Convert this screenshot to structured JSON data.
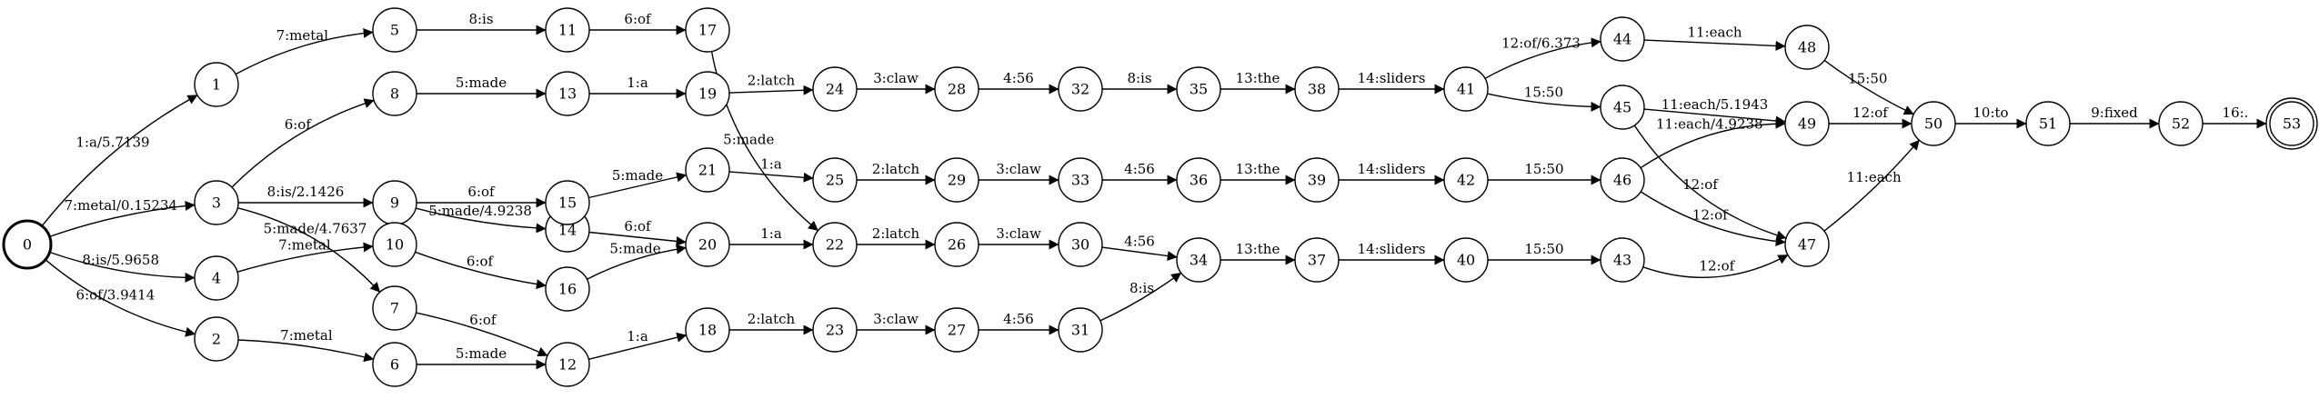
{
  "diagram": {
    "type": "fst-lattice",
    "initial_state": "0",
    "final_state": "53",
    "states": [
      "0",
      "1",
      "2",
      "3",
      "4",
      "5",
      "6",
      "7",
      "8",
      "9",
      "10",
      "11",
      "12",
      "13",
      "14",
      "15",
      "16",
      "17",
      "18",
      "19",
      "20",
      "21",
      "22",
      "23",
      "24",
      "25",
      "26",
      "27",
      "28",
      "29",
      "30",
      "31",
      "32",
      "33",
      "34",
      "35",
      "36",
      "37",
      "38",
      "39",
      "40",
      "41",
      "42",
      "43",
      "44",
      "45",
      "46",
      "47",
      "48",
      "49",
      "50",
      "51",
      "52",
      "53"
    ],
    "edges": [
      {
        "from": "0",
        "to": "1",
        "label": "1:a/5.7139"
      },
      {
        "from": "0",
        "to": "3",
        "label": "7:metal/0.15234"
      },
      {
        "from": "0",
        "to": "4",
        "label": "8:is/5.9658"
      },
      {
        "from": "0",
        "to": "2",
        "label": "6:of/3.9414"
      },
      {
        "from": "1",
        "to": "5",
        "label": "7:metal"
      },
      {
        "from": "3",
        "to": "8",
        "label": "6:of"
      },
      {
        "from": "3",
        "to": "9",
        "label": "8:is/2.1426"
      },
      {
        "from": "3",
        "to": "7",
        "label": "5:made/4.7637"
      },
      {
        "from": "4",
        "to": "10",
        "label": "7:metal"
      },
      {
        "from": "2",
        "to": "6",
        "label": "7:metal"
      },
      {
        "from": "5",
        "to": "11",
        "label": "8:is"
      },
      {
        "from": "8",
        "to": "13",
        "label": "5:made"
      },
      {
        "from": "9",
        "to": "15",
        "label": "6:of"
      },
      {
        "from": "9",
        "to": "14",
        "label": "5:made/4.9238"
      },
      {
        "from": "10",
        "to": "16",
        "label": "6:of"
      },
      {
        "from": "7",
        "to": "12",
        "label": "6:of"
      },
      {
        "from": "6",
        "to": "12",
        "label": "5:made"
      },
      {
        "from": "11",
        "to": "17",
        "label": "6:of"
      },
      {
        "from": "13",
        "to": "19",
        "label": "1:a"
      },
      {
        "from": "15",
        "to": "21",
        "label": "5:made"
      },
      {
        "from": "14",
        "to": "20",
        "label": "6:of"
      },
      {
        "from": "16",
        "to": "20",
        "label": "5:made"
      },
      {
        "from": "12",
        "to": "18",
        "label": "1:a"
      },
      {
        "from": "17",
        "to": "22",
        "label": "5:made"
      },
      {
        "from": "19",
        "to": "24",
        "label": "2:latch"
      },
      {
        "from": "21",
        "to": "25",
        "label": "1:a"
      },
      {
        "from": "20",
        "to": "22",
        "label": "1:a"
      },
      {
        "from": "18",
        "to": "23",
        "label": "2:latch"
      },
      {
        "from": "24",
        "to": "28",
        "label": "3:claw"
      },
      {
        "from": "25",
        "to": "29",
        "label": "2:latch"
      },
      {
        "from": "22",
        "to": "26",
        "label": "2:latch"
      },
      {
        "from": "23",
        "to": "27",
        "label": "3:claw"
      },
      {
        "from": "28",
        "to": "32",
        "label": "4:56"
      },
      {
        "from": "29",
        "to": "33",
        "label": "3:claw"
      },
      {
        "from": "26",
        "to": "30",
        "label": "3:claw"
      },
      {
        "from": "27",
        "to": "31",
        "label": "4:56"
      },
      {
        "from": "32",
        "to": "35",
        "label": "8:is"
      },
      {
        "from": "33",
        "to": "36",
        "label": "4:56"
      },
      {
        "from": "30",
        "to": "34",
        "label": "4:56"
      },
      {
        "from": "31",
        "to": "34",
        "label": "8:is"
      },
      {
        "from": "35",
        "to": "38",
        "label": "13:the"
      },
      {
        "from": "36",
        "to": "39",
        "label": "13:the"
      },
      {
        "from": "34",
        "to": "37",
        "label": "13:the"
      },
      {
        "from": "38",
        "to": "41",
        "label": "14:sliders"
      },
      {
        "from": "39",
        "to": "42",
        "label": "14:sliders"
      },
      {
        "from": "37",
        "to": "40",
        "label": "14:sliders"
      },
      {
        "from": "41",
        "to": "44",
        "label": "12:of/6.373"
      },
      {
        "from": "41",
        "to": "45",
        "label": "15:50"
      },
      {
        "from": "42",
        "to": "46",
        "label": "15:50"
      },
      {
        "from": "40",
        "to": "43",
        "label": "15:50"
      },
      {
        "from": "44",
        "to": "48",
        "label": "11:each"
      },
      {
        "from": "45",
        "to": "49",
        "label": "11:each/5.1943"
      },
      {
        "from": "45",
        "to": "47",
        "label": "12:of"
      },
      {
        "from": "46",
        "to": "49",
        "label": "11:each/4.9238"
      },
      {
        "from": "46",
        "to": "47",
        "label": "12:of"
      },
      {
        "from": "43",
        "to": "47",
        "label": "12:of"
      },
      {
        "from": "48",
        "to": "50",
        "label": "15:50"
      },
      {
        "from": "49",
        "to": "50",
        "label": "12:of"
      },
      {
        "from": "47",
        "to": "50",
        "label": "11:each"
      },
      {
        "from": "50",
        "to": "51",
        "label": "10:to"
      },
      {
        "from": "51",
        "to": "52",
        "label": "9:fixed"
      },
      {
        "from": "52",
        "to": "53",
        "label": "16:."
      }
    ]
  }
}
